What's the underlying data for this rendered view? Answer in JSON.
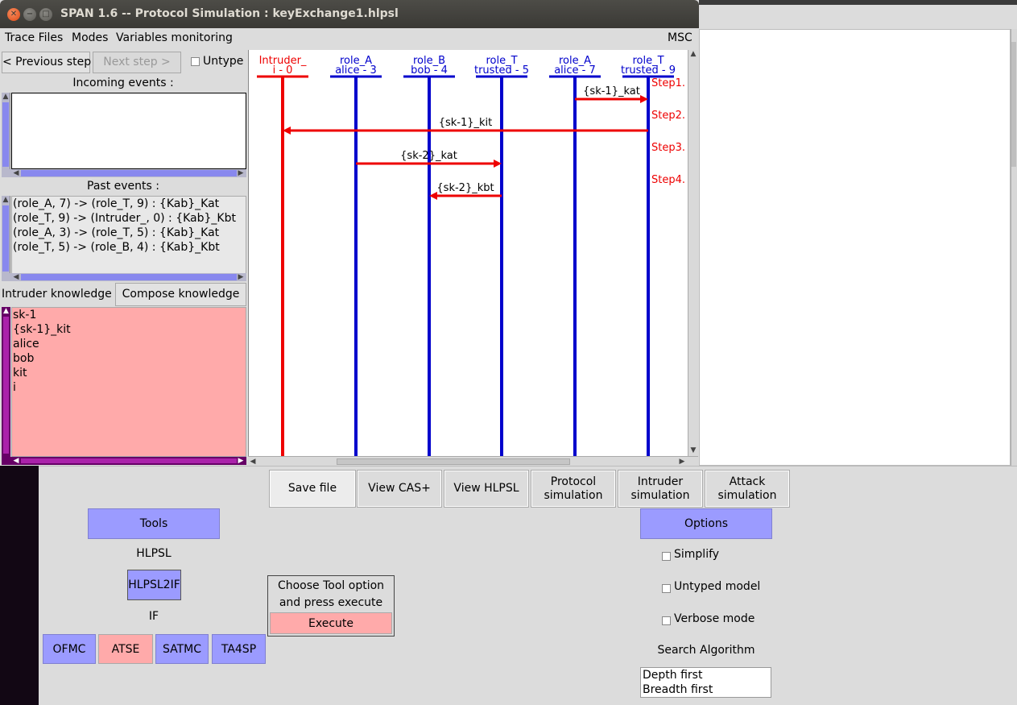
{
  "window": {
    "title": "SPAN 1.6 -- Protocol Simulation : keyExchange1.hlpsl"
  },
  "menu": {
    "items": [
      "Trace Files",
      "Modes",
      "Variables monitoring"
    ],
    "right": "MSC"
  },
  "controls": {
    "previous_step": "< Previous step",
    "next_step": "Next step >",
    "untype": "Untype"
  },
  "incoming_events": {
    "label": "Incoming events :"
  },
  "past_events": {
    "label": "Past events :",
    "items": [
      "(role_A, 7) -> (role_T, 9) : {Kab}_Kat",
      "(role_T, 9) -> (Intruder_, 0) : {Kab}_Kbt",
      "(role_A, 3) -> (role_T, 5) : {Kab}_Kat",
      "(role_T, 5) -> (role_B, 4) : {Kab}_Kbt"
    ]
  },
  "intruder": {
    "label": "Intruder knowledge :",
    "compose_button": "Compose knowledge",
    "items": [
      "sk-1",
      "{sk-1}_kit",
      "alice",
      "bob",
      "kit",
      "i"
    ]
  },
  "msc": {
    "lifelines": [
      {
        "role": "Intruder_",
        "instance": "i - 0",
        "color": "#ee0000"
      },
      {
        "role": "role_A",
        "instance": "alice - 3",
        "color": "#0000cc"
      },
      {
        "role": "role_B",
        "instance": "bob - 4",
        "color": "#0000cc"
      },
      {
        "role": "role_T",
        "instance": "trusted - 5",
        "color": "#0000cc"
      },
      {
        "role": "role_A",
        "instance": "alice - 7",
        "color": "#0000cc"
      },
      {
        "role": "role_T",
        "instance": "trusted - 9",
        "color": "#0000cc"
      }
    ],
    "steps": [
      "Step1.",
      "Step2.",
      "Step3.",
      "Step4."
    ],
    "messages": [
      {
        "from": 4,
        "to": 5,
        "label": "{sk-1}_kat"
      },
      {
        "from": 5,
        "to": 0,
        "label": "{sk-1}_kit"
      },
      {
        "from": 1,
        "to": 3,
        "label": "{sk-2}_kat"
      },
      {
        "from": 3,
        "to": 2,
        "label": "{sk-2}_kbt"
      }
    ]
  },
  "tabs": [
    "Save file",
    "View CAS+",
    "View HLPSL",
    "Protocol simulation",
    "Intruder simulation",
    "Attack simulation"
  ],
  "tools": {
    "header": "Tools",
    "hlpsl_label": "HLPSL",
    "hlpsl2if": "HLPSL2IF",
    "if_label": "IF",
    "backends": [
      "OFMC",
      "ATSE",
      "SATMC",
      "TA4SP"
    ]
  },
  "execute_box": {
    "message": "Choose Tool option and press execute",
    "button": "Execute"
  },
  "options": {
    "header": "Options",
    "simplify": "Simplify",
    "untyped_model": "Untyped model",
    "verbose_mode": "Verbose mode",
    "search_label": "Search Algorithm",
    "search_options": [
      "Depth first",
      "Breadth first"
    ]
  }
}
